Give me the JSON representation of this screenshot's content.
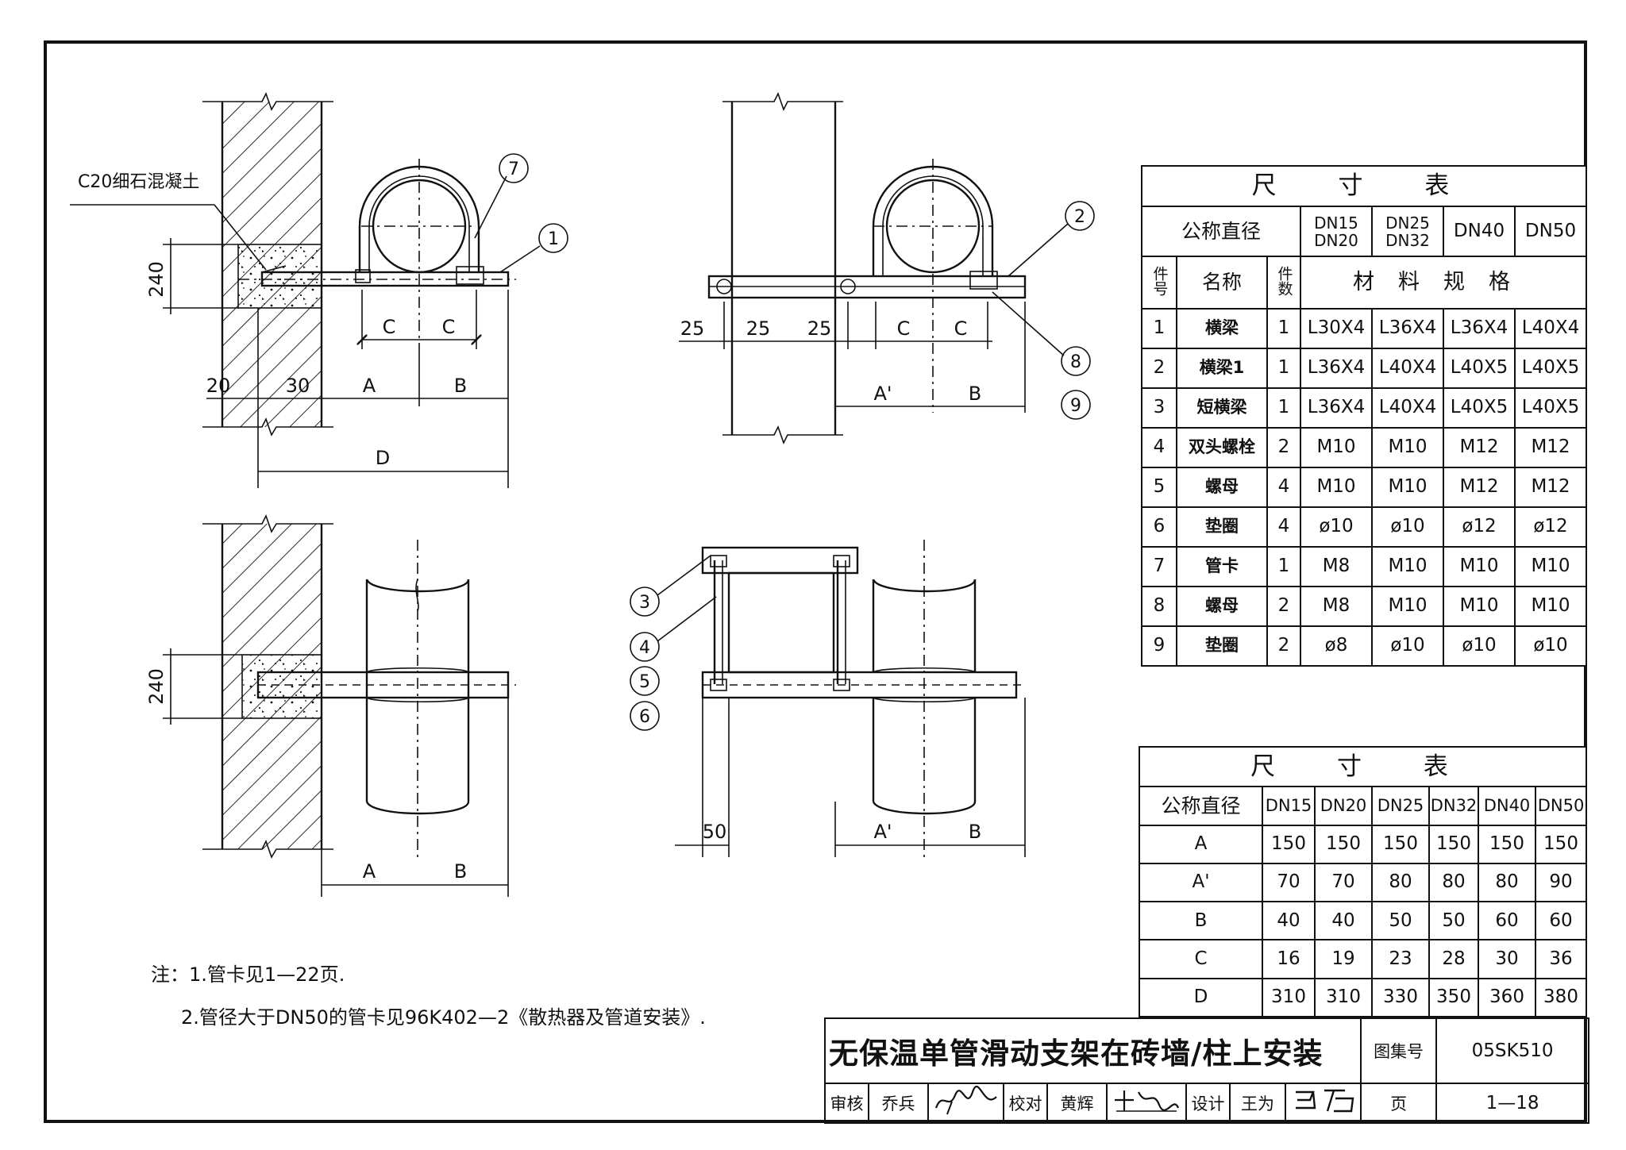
{
  "views": {
    "concrete_label": "C20细石混凝土",
    "dims": {
      "d240": "240",
      "d240b": "240",
      "d20": "20",
      "d30": "30",
      "A": "A",
      "B": "B",
      "C": "C",
      "D": "D",
      "A_prime": "A'",
      "d25": "25",
      "d50": "50"
    },
    "callouts": [
      "1",
      "2",
      "3",
      "4",
      "5",
      "6",
      "7",
      "8",
      "9"
    ]
  },
  "material_table": {
    "title": "尺 寸 表",
    "nominal_label": "公称直径",
    "sizes": [
      "DN15\nDN20",
      "DN25\nDN32",
      "DN40",
      "DN50"
    ],
    "col_no": "件号",
    "col_name": "名称",
    "col_qty": "件数",
    "col_spec": "材料规格",
    "rows": [
      {
        "no": "1",
        "name": "横梁",
        "qty": "1",
        "specs": [
          "L30X4",
          "L36X4",
          "L36X4",
          "L40X4"
        ]
      },
      {
        "no": "2",
        "name": "横梁1",
        "qty": "1",
        "specs": [
          "L36X4",
          "L40X4",
          "L40X5",
          "L40X5"
        ]
      },
      {
        "no": "3",
        "name": "短横梁",
        "qty": "1",
        "specs": [
          "L36X4",
          "L40X4",
          "L40X5",
          "L40X5"
        ]
      },
      {
        "no": "4",
        "name": "双头螺栓",
        "qty": "2",
        "specs": [
          "M10",
          "M10",
          "M12",
          "M12"
        ]
      },
      {
        "no": "5",
        "name": "螺母",
        "qty": "4",
        "specs": [
          "M10",
          "M10",
          "M12",
          "M12"
        ]
      },
      {
        "no": "6",
        "name": "垫圈",
        "qty": "4",
        "specs": [
          "ø10",
          "ø10",
          "ø12",
          "ø12"
        ]
      },
      {
        "no": "7",
        "name": "管卡",
        "qty": "1",
        "specs": [
          "M8",
          "M10",
          "M10",
          "M10"
        ]
      },
      {
        "no": "8",
        "name": "螺母",
        "qty": "2",
        "specs": [
          "M8",
          "M10",
          "M10",
          "M10"
        ]
      },
      {
        "no": "9",
        "name": "垫圈",
        "qty": "2",
        "specs": [
          "ø8",
          "ø10",
          "ø10",
          "ø10"
        ]
      }
    ]
  },
  "dimension_table": {
    "title": "尺 寸 表",
    "nominal_label": "公称直径",
    "sizes": [
      "DN15",
      "DN20",
      "DN25",
      "DN32",
      "DN40",
      "DN50"
    ],
    "rows": [
      {
        "label": "A",
        "values": [
          "150",
          "150",
          "150",
          "150",
          "150",
          "150"
        ]
      },
      {
        "label": "A'",
        "values": [
          "70",
          "70",
          "80",
          "80",
          "80",
          "90"
        ]
      },
      {
        "label": "B",
        "values": [
          "40",
          "40",
          "50",
          "50",
          "60",
          "60"
        ]
      },
      {
        "label": "C",
        "values": [
          "16",
          "19",
          "23",
          "28",
          "30",
          "36"
        ]
      },
      {
        "label": "D",
        "values": [
          "310",
          "310",
          "330",
          "350",
          "360",
          "380"
        ]
      }
    ]
  },
  "notes": {
    "note1": "注：1.管卡见1—22页.",
    "note2": "2.管径大于DN50的管卡见96K402—2《散热器及管道安装》."
  },
  "title_block": {
    "title": "无保温单管滑动支架在砖墙/柱上安装",
    "atlas_label": "图集号",
    "atlas_no": "05SK510",
    "review_label": "审核",
    "reviewer": "乔兵",
    "check_label": "校对",
    "checker": "黄辉",
    "design_label": "设计",
    "designer": "王为",
    "page_label": "页",
    "page_no": "1—18"
  }
}
